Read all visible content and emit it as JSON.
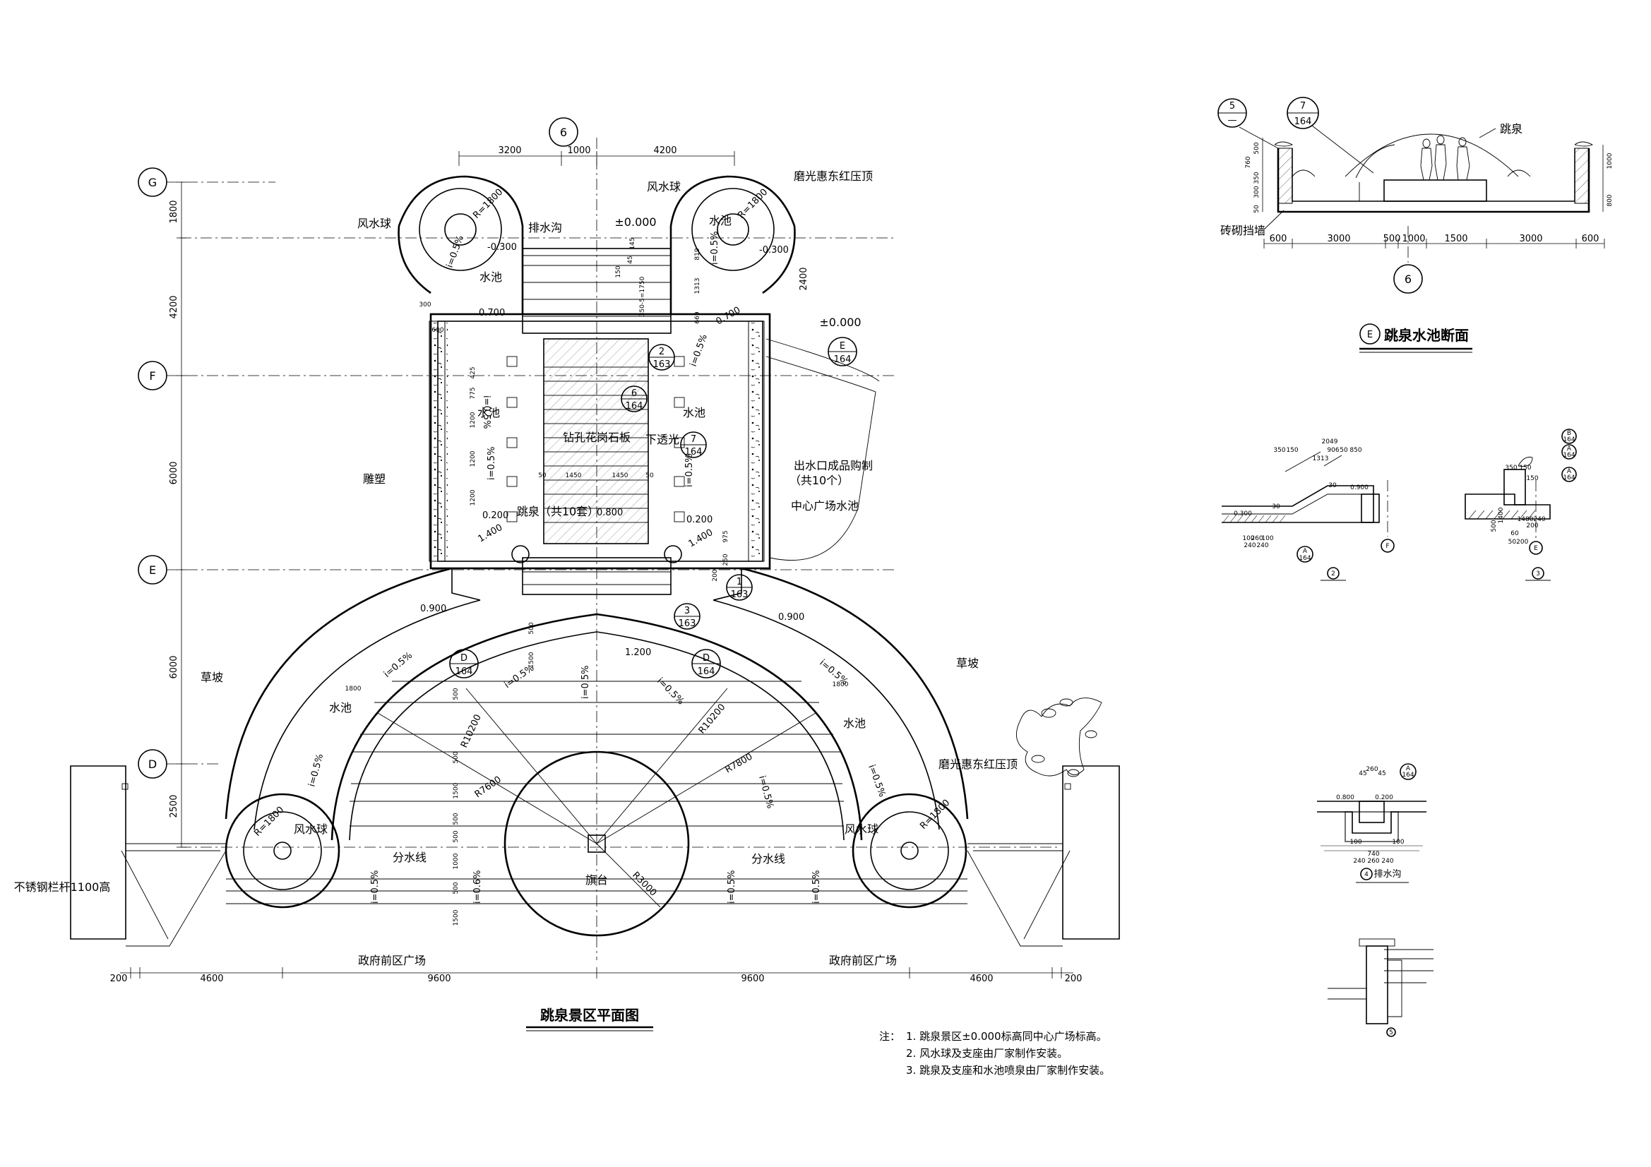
{
  "plan": {
    "title": "跳泉景区平面图",
    "axis_labels": {
      "g": "G",
      "f": "F",
      "e": "E",
      "d": "D",
      "six": "6"
    },
    "row_dims": [
      "1800",
      "4200",
      "6000",
      "6000",
      "2500"
    ],
    "top_dims": {
      "left": "3200",
      "mid": "1000",
      "right": "4200"
    },
    "bottom_dims": [
      "200",
      "4600",
      "9600",
      "9600",
      "4600",
      "200"
    ],
    "labels": {
      "fengshuiqiu": "风水球",
      "paishuigou": "排水沟",
      "elev_zero": "±0.000",
      "elev_zero_r": "±0.000",
      "moguang": "磨光惠东红压顶",
      "shuichi": "水池",
      "zuanko": "钻孔花岗石板",
      "xiatouguang": "下透光",
      "chushuikou1": "出水口成品购制",
      "chushuikou2": "（共10个）",
      "zhongxin": "中心广场水池",
      "diaosu": "雕塑",
      "tiaoquan": "跳泉（共10套）",
      "caopo": "草坡",
      "qitai": "旗台",
      "fenshuixian": "分水线",
      "langan": "不锈钢栏杆1100高",
      "zhengfu": "政府前区广场",
      "r1800": "R=1800",
      "r10200": "R10200",
      "r7600": "R7600",
      "r7800": "R7800",
      "r3000": "R3000",
      "i05": "i=0.5%",
      "i06": "i=0.6%"
    },
    "elevations": [
      "-0.300",
      "-0.300",
      "0.700",
      "0.700",
      "0.200",
      "0.200",
      "0.800",
      "1.400",
      "1.400",
      "0.900",
      "0.900",
      "1.200"
    ],
    "inner_dims": [
      "425",
      "775",
      "1200",
      "1200",
      "1200",
      "50",
      "1450",
      "1450",
      "50",
      "350-5=1750",
      "819",
      "1313",
      "669",
      "150",
      "45",
      "145",
      "500",
      "1500",
      "500",
      "500",
      "1500",
      "500",
      "500",
      "1000",
      "500",
      "1500",
      "2400",
      "975",
      "250",
      "200",
      "300",
      "600",
      "1800",
      "1800"
    ],
    "callouts": [
      {
        "num": "2",
        "sheet": "163"
      },
      {
        "num": "6",
        "sheet": "164"
      },
      {
        "num": "7",
        "sheet": "164"
      },
      {
        "num": "1",
        "sheet": "163"
      },
      {
        "num": "3",
        "sheet": "163"
      },
      {
        "num": "D",
        "sheet": "164"
      },
      {
        "num": "D",
        "sheet": "164"
      },
      {
        "num": "E",
        "sheet": "164"
      }
    ]
  },
  "section": {
    "title": "跳泉水池断面",
    "mark": "E",
    "callout_left": {
      "num": "5",
      "sheet": "—"
    },
    "callout_mid": {
      "num": "7",
      "sheet": "164"
    },
    "label_tiaoquan": "跳泉",
    "label_zhuanqi": "砖砌挡墙",
    "dims": [
      "600",
      "3000",
      "500",
      "1000",
      "1500",
      "3000",
      "600"
    ],
    "left_dims": [
      "500",
      "760",
      "350",
      "300",
      "50"
    ],
    "right_dims": [
      "1000",
      "800"
    ],
    "axis": "6"
  },
  "details": {
    "d2": {
      "tag": "2",
      "dims": [
        "2049",
        "350",
        "150",
        "1313",
        "30",
        "906",
        "50",
        "850",
        "30",
        "0.900",
        "100",
        "260",
        "100",
        "240",
        "240",
        "0.300"
      ],
      "callout": {
        "num": "A",
        "sheet": "164"
      },
      "axis": "F"
    },
    "d3": {
      "tag": "3",
      "dims": [
        "350",
        "150",
        "150",
        "500",
        "1400",
        "1480",
        "240",
        "200",
        "60",
        "50200"
      ],
      "callouts": [
        {
          "num": "B",
          "sheet": "164"
        },
        {
          "num": "A",
          "sheet": "164"
        },
        {
          "num": "A",
          "sheet": "164"
        }
      ],
      "axis": "E"
    },
    "d4": {
      "tag": "4",
      "title": "排水沟",
      "dims": [
        "45",
        "260",
        "45",
        "0.800",
        "0.200",
        "100",
        "100",
        "740",
        "240",
        "260",
        "240"
      ],
      "callout": {
        "num": "A",
        "sheet": "164"
      }
    },
    "d5": {
      "tag": "5"
    }
  },
  "notes": {
    "label": "注：",
    "items": [
      "1.  跳泉景区±0.000标高同中心广场标高。",
      "2.  风水球及支座由厂家制作安装。",
      "3.  跳泉及支座和水池喷泉由厂家制作安装。"
    ]
  }
}
